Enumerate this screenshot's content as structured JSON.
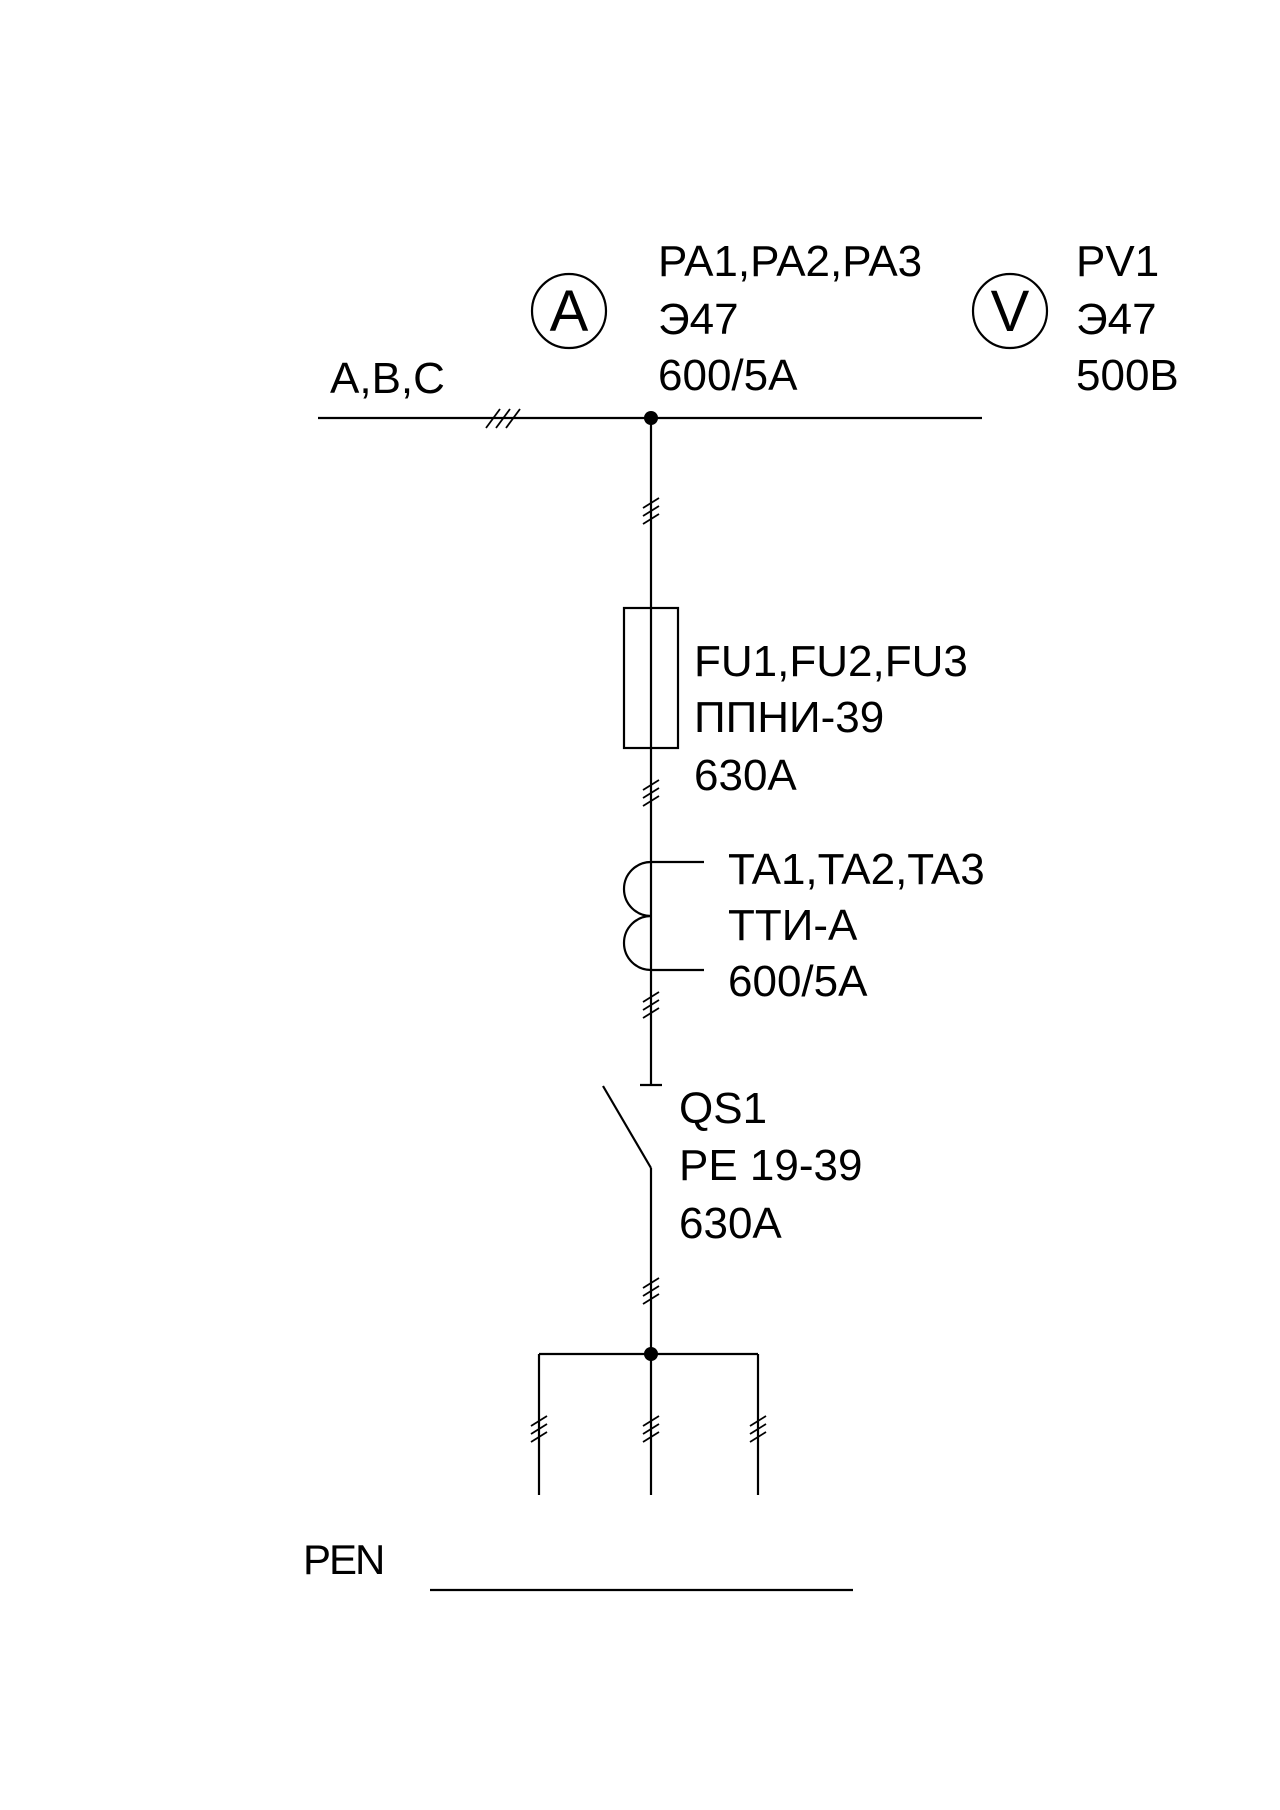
{
  "bus": {
    "label": "A,B,C"
  },
  "ammeter": {
    "symbol": "A",
    "labels": [
      "PA1,PA2,PA3",
      "Э47",
      "600/5A"
    ]
  },
  "voltmeter": {
    "symbol": "V",
    "labels": [
      "PV1",
      "Э47",
      "500B"
    ]
  },
  "fuse": {
    "labels": [
      "FU1,FU2,FU3",
      "ППНИ-39",
      "630A"
    ]
  },
  "current_transformer": {
    "labels": [
      "TA1,TA2,TA3",
      "ТТИ-А",
      "600/5A"
    ]
  },
  "switch": {
    "labels": [
      "QS1",
      "PE 19-39",
      "630A"
    ]
  },
  "pen": {
    "label": "PEN"
  }
}
